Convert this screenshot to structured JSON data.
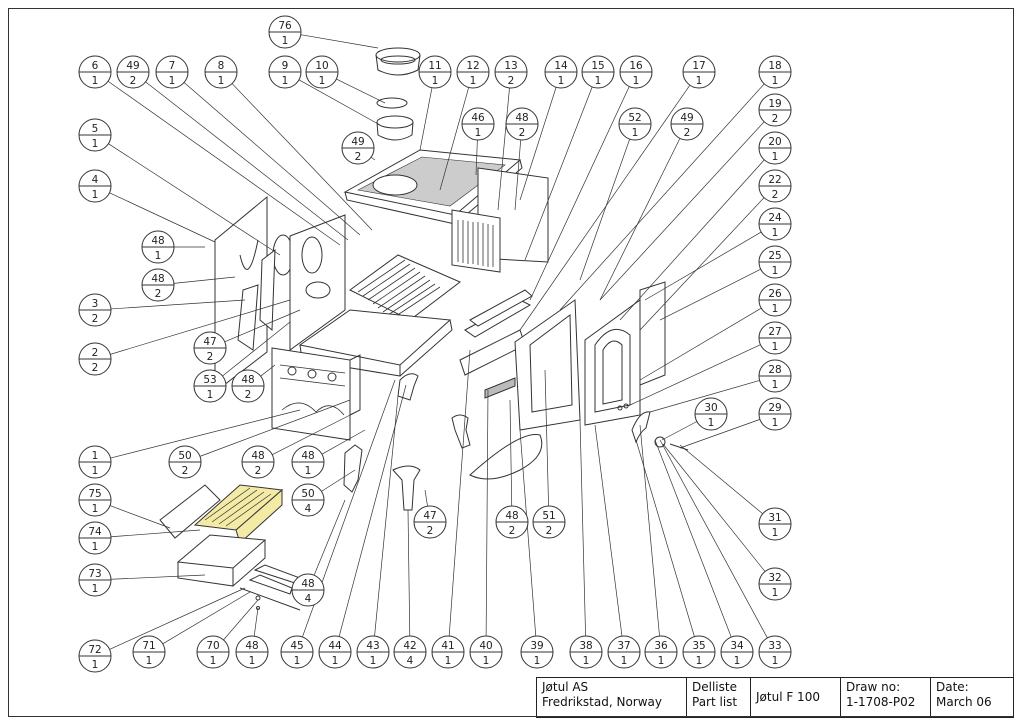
{
  "drawing": {
    "subject": "Jøtul F 100 exploded view",
    "balloons": [
      {
        "id": "76",
        "part": "76",
        "qty": "1"
      },
      {
        "id": "6",
        "part": "6",
        "qty": "1"
      },
      {
        "id": "49a",
        "part": "49",
        "qty": "2"
      },
      {
        "id": "7",
        "part": "7",
        "qty": "1"
      },
      {
        "id": "8",
        "part": "8",
        "qty": "1"
      },
      {
        "id": "9",
        "part": "9",
        "qty": "1"
      },
      {
        "id": "10",
        "part": "10",
        "qty": "1"
      },
      {
        "id": "11",
        "part": "11",
        "qty": "1"
      },
      {
        "id": "12",
        "part": "12",
        "qty": "1"
      },
      {
        "id": "13",
        "part": "13",
        "qty": "2"
      },
      {
        "id": "14",
        "part": "14",
        "qty": "1"
      },
      {
        "id": "15",
        "part": "15",
        "qty": "1"
      },
      {
        "id": "16",
        "part": "16",
        "qty": "1"
      },
      {
        "id": "17",
        "part": "17",
        "qty": "1"
      },
      {
        "id": "18",
        "part": "18",
        "qty": "1"
      },
      {
        "id": "19",
        "part": "19",
        "qty": "2"
      },
      {
        "id": "20",
        "part": "20",
        "qty": "1"
      },
      {
        "id": "22",
        "part": "22",
        "qty": "2"
      },
      {
        "id": "24",
        "part": "24",
        "qty": "1"
      },
      {
        "id": "25",
        "part": "25",
        "qty": "1"
      },
      {
        "id": "26",
        "part": "26",
        "qty": "1"
      },
      {
        "id": "27",
        "part": "27",
        "qty": "1"
      },
      {
        "id": "28",
        "part": "28",
        "qty": "1"
      },
      {
        "id": "29",
        "part": "29",
        "qty": "1"
      },
      {
        "id": "30",
        "part": "30",
        "qty": "1"
      },
      {
        "id": "31",
        "part": "31",
        "qty": "1"
      },
      {
        "id": "32",
        "part": "32",
        "qty": "1"
      },
      {
        "id": "33",
        "part": "33",
        "qty": "1"
      },
      {
        "id": "34",
        "part": "34",
        "qty": "1"
      },
      {
        "id": "35",
        "part": "35",
        "qty": "1"
      },
      {
        "id": "36",
        "part": "36",
        "qty": "1"
      },
      {
        "id": "37",
        "part": "37",
        "qty": "1"
      },
      {
        "id": "38",
        "part": "38",
        "qty": "1"
      },
      {
        "id": "39",
        "part": "39",
        "qty": "1"
      },
      {
        "id": "40",
        "part": "40",
        "qty": "1"
      },
      {
        "id": "41",
        "part": "41",
        "qty": "1"
      },
      {
        "id": "42",
        "part": "42",
        "qty": "4"
      },
      {
        "id": "43",
        "part": "43",
        "qty": "1"
      },
      {
        "id": "44",
        "part": "44",
        "qty": "1"
      },
      {
        "id": "45",
        "part": "45",
        "qty": "1"
      },
      {
        "id": "48f",
        "part": "48",
        "qty": "1"
      },
      {
        "id": "70",
        "part": "70",
        "qty": "1"
      },
      {
        "id": "71",
        "part": "71",
        "qty": "1"
      },
      {
        "id": "72",
        "part": "72",
        "qty": "1"
      },
      {
        "id": "73",
        "part": "73",
        "qty": "1"
      },
      {
        "id": "74",
        "part": "74",
        "qty": "1"
      },
      {
        "id": "75",
        "part": "75",
        "qty": "1"
      },
      {
        "id": "1",
        "part": "1",
        "qty": "1"
      },
      {
        "id": "2",
        "part": "2",
        "qty": "2"
      },
      {
        "id": "3",
        "part": "3",
        "qty": "2"
      },
      {
        "id": "4",
        "part": "4",
        "qty": "1"
      },
      {
        "id": "5",
        "part": "5",
        "qty": "1"
      },
      {
        "id": "48a",
        "part": "48",
        "qty": "1"
      },
      {
        "id": "48b",
        "part": "48",
        "qty": "2"
      },
      {
        "id": "47a",
        "part": "47",
        "qty": "2"
      },
      {
        "id": "53",
        "part": "53",
        "qty": "1"
      },
      {
        "id": "48c",
        "part": "48",
        "qty": "2"
      },
      {
        "id": "50a",
        "part": "50",
        "qty": "2"
      },
      {
        "id": "48d",
        "part": "48",
        "qty": "2"
      },
      {
        "id": "48e",
        "part": "48",
        "qty": "1"
      },
      {
        "id": "50b",
        "part": "50",
        "qty": "4"
      },
      {
        "id": "48g",
        "part": "48",
        "qty": "4"
      },
      {
        "id": "47b",
        "part": "47",
        "qty": "2"
      },
      {
        "id": "48h",
        "part": "48",
        "qty": "2"
      },
      {
        "id": "51",
        "part": "51",
        "qty": "2"
      },
      {
        "id": "49b",
        "part": "49",
        "qty": "2"
      },
      {
        "id": "46",
        "part": "46",
        "qty": "1"
      },
      {
        "id": "48i",
        "part": "48",
        "qty": "2"
      },
      {
        "id": "52",
        "part": "52",
        "qty": "1"
      },
      {
        "id": "49c",
        "part": "49",
        "qty": "2"
      }
    ],
    "highlight_color": "#f3eaa6",
    "line_color": "#222222"
  },
  "title_block": {
    "company": "Jøtul AS",
    "location": "Fredrikstad, Norway",
    "doc_type_no": "Delliste",
    "doc_type_en": "Part list",
    "product": "Jøtul F 100",
    "draw_no_label": "Draw no:",
    "draw_no": "1-1708-P02",
    "date_label": "Date:",
    "date": "March 06"
  }
}
